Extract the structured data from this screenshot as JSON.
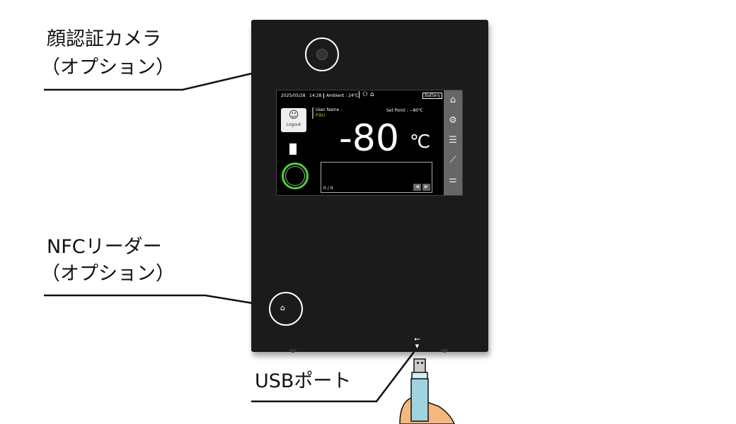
{
  "labels": {
    "camera_line1": "顔認証カメラ",
    "camera_line2": "（オプション）",
    "nfc_line1": "NFCリーダー",
    "nfc_line2": "（オプション）",
    "usb": "USBポート"
  },
  "screen": {
    "date": "2025/05/28",
    "time": "14:28",
    "ambient": "Ambient : 24℃",
    "battery": "Battery",
    "user_name_label": "User Name :",
    "user_name": "P.BU",
    "set_point": "Set Point :   −80℃",
    "temperature": "-80",
    "unit": "℃",
    "logout": "Logout",
    "page_counter": "0 / 0",
    "sidebar": [
      "home-icon",
      "gear-icon",
      "list-icon",
      "chart-icon",
      "settings-sliders-icon"
    ]
  },
  "colors": {
    "device": "#1b1b1b",
    "accent_green": "#4cd137",
    "user_yellow": "#e6b800",
    "usb_body": "#9fd3e0"
  }
}
